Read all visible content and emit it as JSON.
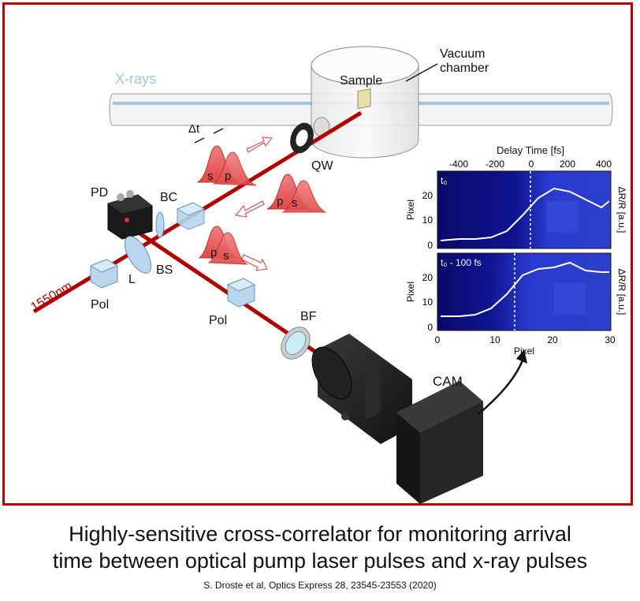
{
  "labels": {
    "xrays": "X-rays",
    "vacuum_chamber_1": "Vacuum",
    "vacuum_chamber_2": "chamber",
    "sample": "Sample",
    "delta_t": "Δt",
    "qw": "QW",
    "pd": "PD",
    "bc": "BC",
    "l": "L",
    "bs": "BS",
    "pol_left": "Pol",
    "pol_right": "Pol",
    "wavelength": "1550nm",
    "bf": "BF",
    "cam": "CAM",
    "pulse_s1": "s",
    "pulse_p1": "p",
    "pulse_p2": "p",
    "pulse_s2": "s",
    "pulse_p3": "p",
    "pulse_s3": "s"
  },
  "inset": {
    "top_axis_label": "Delay Time [fs]",
    "top_ticks": [
      "-400",
      "-200",
      "0",
      "200",
      "400"
    ],
    "bottom_axis_label": "Pixel",
    "bottom_ticks": [
      "0",
      "10",
      "20",
      "30"
    ],
    "y_label": "Pixel",
    "y_ticks": [
      "20",
      "10",
      "0"
    ],
    "right_label": "ΔR/R [a.u.]",
    "panel1_tag": "t₀",
    "panel2_tag": "t₀ - 100 fs"
  },
  "caption": {
    "line1": "Highly-sensitive cross-correlator for monitoring arrival",
    "line2": "time between optical pump laser pulses and x-ray pulses",
    "reference": "S. Droste et al, Optics Express 28, 23545-23553 (2020)"
  },
  "colors": {
    "frame": "#c00000",
    "beam": "#c00000",
    "xray": "#9ec3e6",
    "pulse": "#e55a5a"
  }
}
